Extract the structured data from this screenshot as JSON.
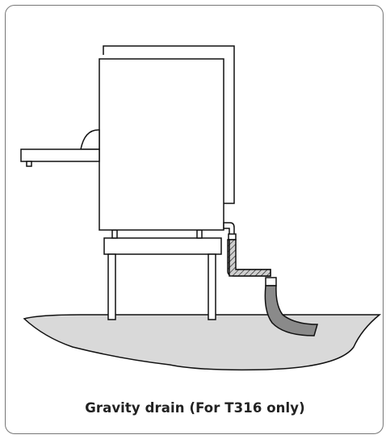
{
  "caption": "Gravity drain (For T316 only)",
  "colors": {
    "line": "#111111",
    "floor_fill": "#d9d9d9",
    "hose_fill": "#8a8a8a",
    "braid_fill": "#cfcfcf",
    "frame_border": "#777777"
  },
  "icons": {
    "appliance": "appliance-side-view",
    "stand": "stand-table",
    "drain_hose": "drain-hose",
    "floor": "floor-section"
  }
}
